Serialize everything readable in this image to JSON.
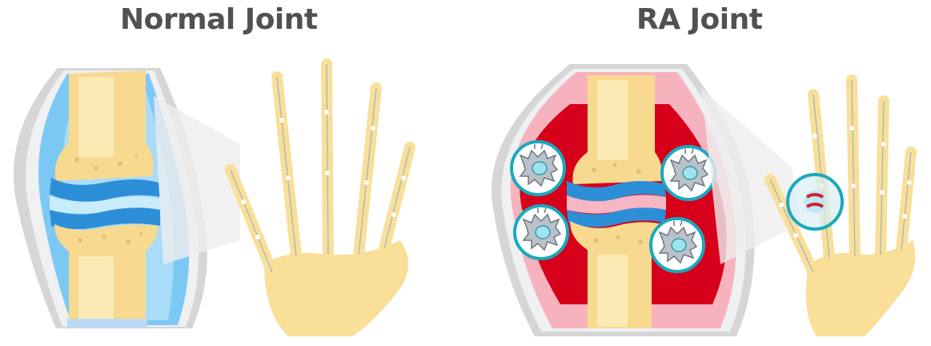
{
  "titles": {
    "normal": "Normal Joint",
    "ra": "RA Joint"
  },
  "colors": {
    "title": "#515151",
    "bone": "#f7d98f",
    "bone_highlight": "#fde9b4",
    "cartilage": "#2d8ed8",
    "synovial_fluid_normal": "#7cc8f5",
    "capsule": "#d6d6d6",
    "inflamed_synovium": "#d7001b",
    "inflamed_capsule": "#f7b3bd",
    "immune_cell_ring": "#18a9bf",
    "immune_cell": "#b9c2c9",
    "hand_bones": "#f9df98",
    "highlight_red": "#d81e2a"
  },
  "icons": {
    "normal_joint": "normal-joint-illustration",
    "normal_hand": "hand-skeleton-icon",
    "ra_joint": "inflamed-joint-illustration",
    "ra_hand": "hand-skeleton-icon",
    "immune_cell": "immune-cell-icon",
    "magnifier": "magnifier-circle-icon"
  }
}
